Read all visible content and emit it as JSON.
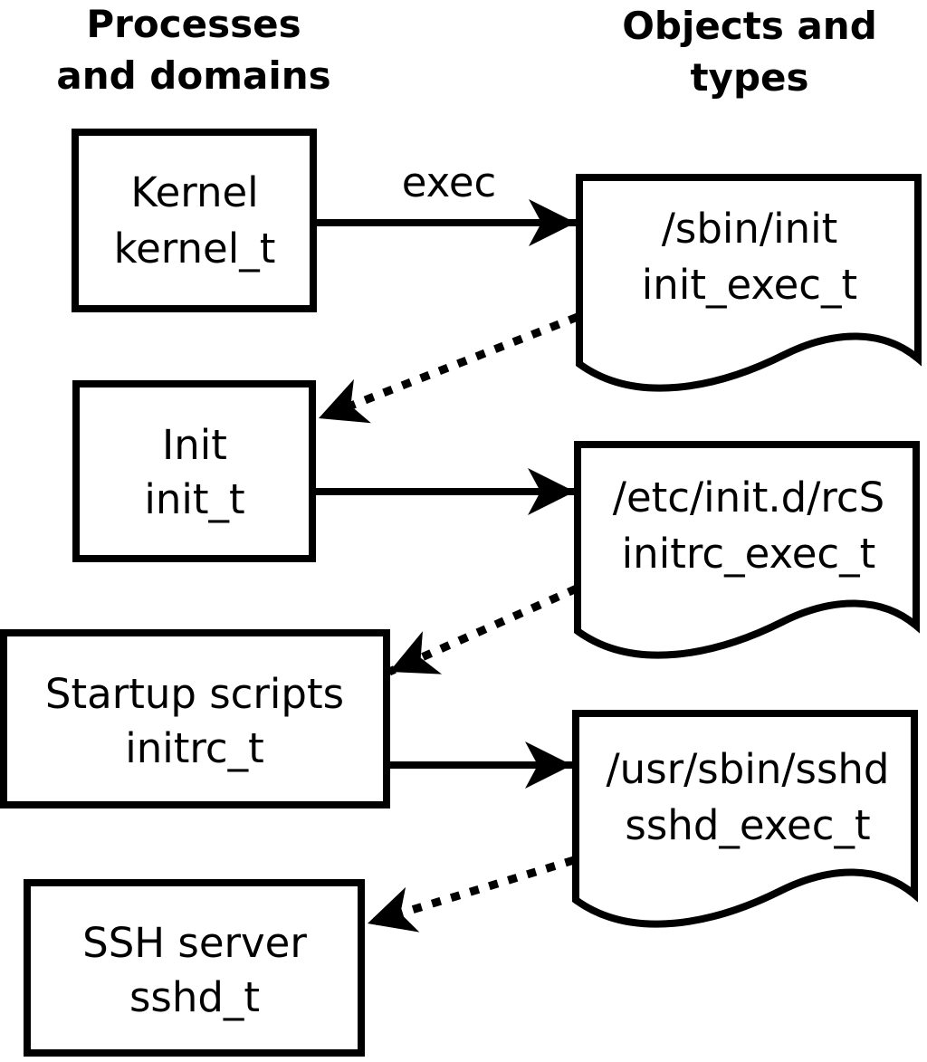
{
  "headers": {
    "left": {
      "line1": "Processes",
      "line2": "and domains"
    },
    "right": {
      "line1": "Objects and",
      "line2": "types"
    }
  },
  "processes": [
    {
      "label": "Kernel",
      "domain": "kernel_t"
    },
    {
      "label": "Init",
      "domain": "init_t"
    },
    {
      "label": "Startup scripts",
      "domain": "initrc_t"
    },
    {
      "label": "SSH server",
      "domain": "sshd_t"
    }
  ],
  "objects": [
    {
      "path": "/sbin/init",
      "type": "init_exec_t"
    },
    {
      "path": "/etc/init.d/rcS",
      "type": "initrc_exec_t"
    },
    {
      "path": "/usr/sbin/sshd",
      "type": "sshd_exec_t"
    }
  ],
  "edge_labels": {
    "exec": "exec"
  },
  "colors": {
    "ink": "#000000",
    "background": "#ffffff"
  }
}
